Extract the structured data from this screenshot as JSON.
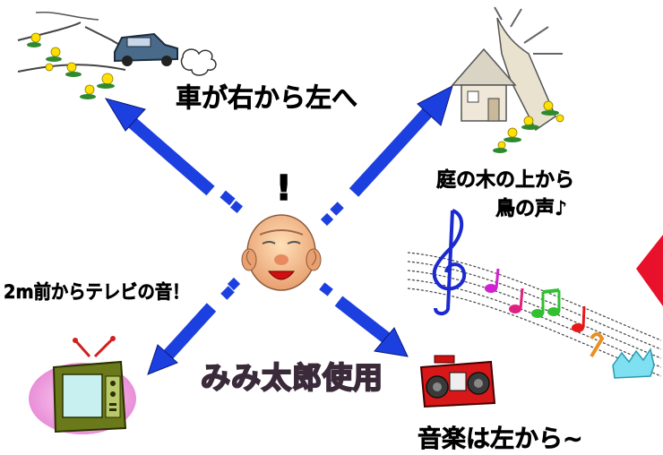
{
  "labels": {
    "car": "車が右から左へ",
    "bird_line1": "庭の木の上から",
    "bird_line2": "鳥の声♪",
    "tv": "2m前からテレビの音！",
    "music": "音楽は左から~",
    "product": "みみ太郎使用",
    "exclaim": "!"
  },
  "colors": {
    "arrow": "#1c3fe0",
    "arrow_outline": "#0b1a78",
    "product_fill": "#f7b8e8",
    "red_pointer": "#e8102a"
  },
  "icons": [
    "car-scene-icon",
    "tree-house-icon",
    "elderly-face-icon",
    "television-icon",
    "radio-cassette-icon",
    "music-notes-icon",
    "red-pointer-icon"
  ]
}
